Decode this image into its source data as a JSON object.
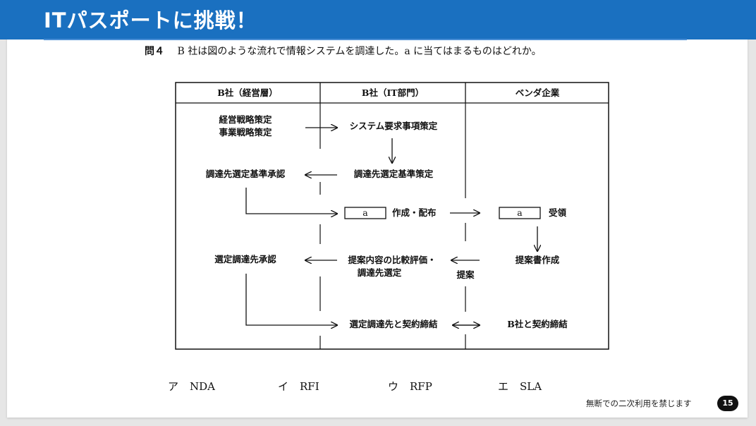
{
  "header": {
    "title": "ITパスポートに挑戦！"
  },
  "question": {
    "number": "問４",
    "text": "B 社は図のような流れで情報システムを調達した。a に当てはまるものはどれか。"
  },
  "diagram": {
    "columns": [
      "B社（経営層）",
      "B社（IT部門）",
      "ベンダ企業"
    ],
    "mgmt": {
      "strategy_line1": "経営戦略策定",
      "strategy_line2": "事業戦略策定",
      "criteria_approval": "調達先選定基準承認",
      "selection_approval": "選定調達先承認"
    },
    "it": {
      "requirements": "システム要求事項策定",
      "criteria": "調達先選定基準策定",
      "blank_label": "a",
      "create_distribute": "作成・配布",
      "evaluate_line1": "提案内容の比較評価・",
      "evaluate_line2": "調達先選定",
      "contract": "選定調達先と契約締結"
    },
    "vendor": {
      "blank_label": "a",
      "receive": "受領",
      "proposal_doc": "提案書作成",
      "proposal": "提案",
      "contract": "B社と契約締結"
    }
  },
  "choices": [
    {
      "key": "ア",
      "label": "NDA"
    },
    {
      "key": "イ",
      "label": "RFI"
    },
    {
      "key": "ウ",
      "label": "RFP"
    },
    {
      "key": "エ",
      "label": "SLA"
    }
  ],
  "footer": {
    "note": "無断での二次利用を禁じます",
    "page": "15"
  }
}
